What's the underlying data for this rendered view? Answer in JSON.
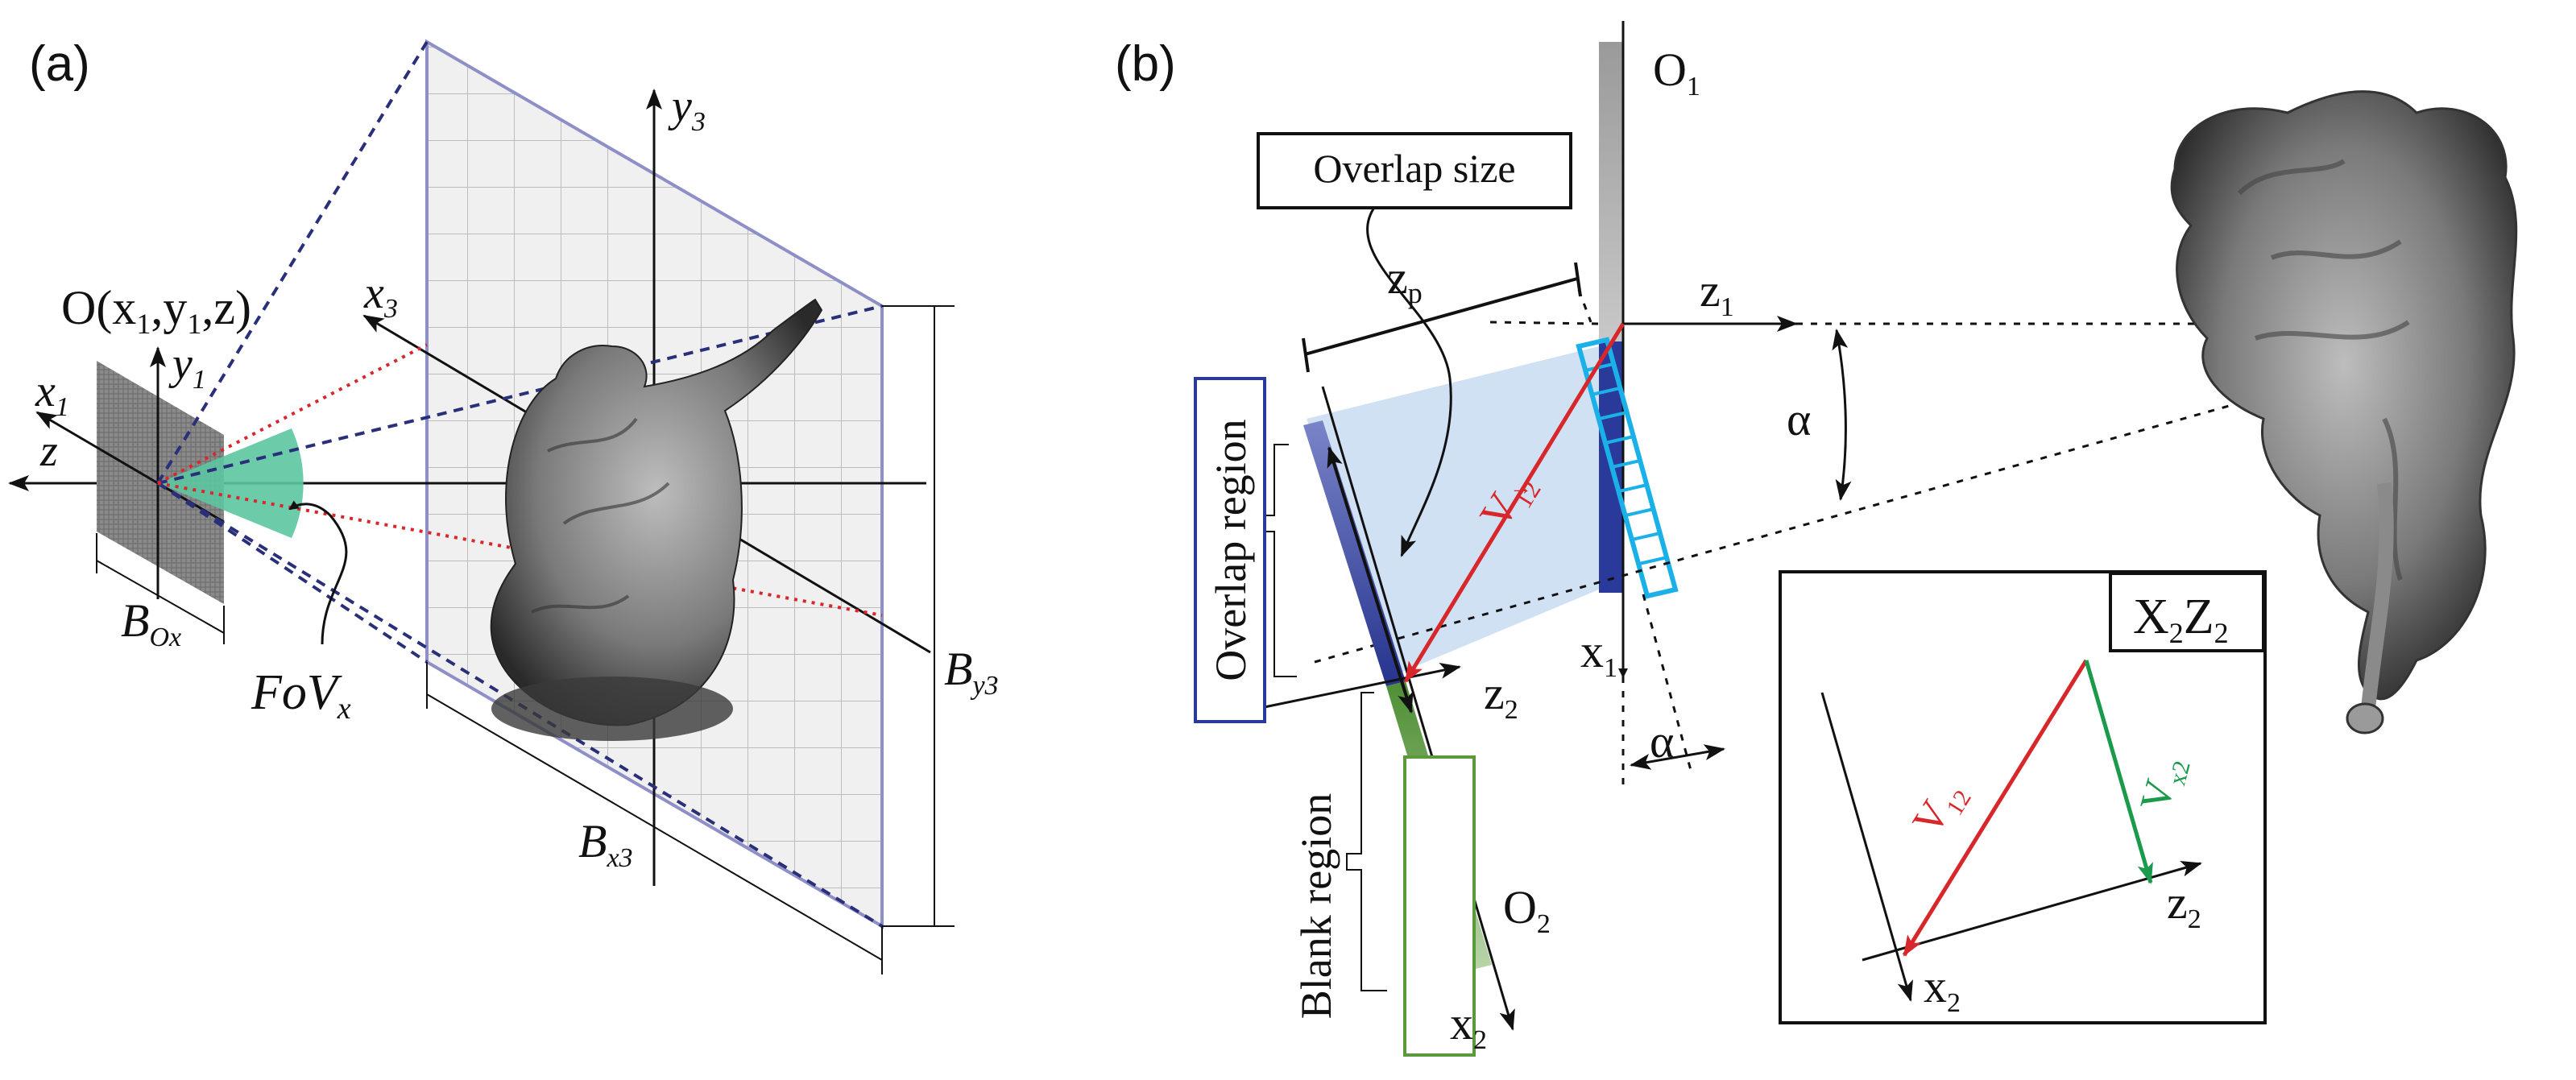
{
  "panel_a": {
    "label": "(a)",
    "origin_label": "O(x",
    "origin_sub1": "1",
    "origin_mid": ",y",
    "origin_sub2": "1",
    "origin_end": ",z)",
    "x1": "x",
    "x1_sub": "1",
    "y1": "y",
    "y1_sub": "1",
    "z": "z",
    "x3": "x",
    "x3_sub": "3",
    "y3": "y",
    "y3_sub": "3",
    "box": "B",
    "box_sub": "Ox",
    "fov": "FoV",
    "fov_sub": "x",
    "by3": "B",
    "by3_sub": "y3",
    "bx3": "B",
    "bx3_sub": "x3"
  },
  "panel_b": {
    "label": "(b)",
    "overlap_size": "Overlap size",
    "zp": "z",
    "zp_sub": "p",
    "o1": "O",
    "o1_sub": "1",
    "z1": "z",
    "z1_sub": "1",
    "alpha": "α",
    "alpha2": "α",
    "v12": "V",
    "v12_sub": "12",
    "x1": "x",
    "x1_sub": "1",
    "z2": "z",
    "z2_sub": "2",
    "o2": "O",
    "o2_sub": "2",
    "x2": "x",
    "x2_sub": "2",
    "overlap_region": "Overlap region",
    "blank_region": "Blank region"
  },
  "inset": {
    "title_x": "X",
    "title_x_sub": "2",
    "title_z": "Z",
    "title_z_sub": "2",
    "v12": "V",
    "v12_sub": "12",
    "vx2": "V",
    "vx2_sub": "x2",
    "z2": "z",
    "z2_sub": "2",
    "x2": "x",
    "x2_sub": "2"
  },
  "colors": {
    "navy_dash": "#2a2f7a",
    "red_dot": "#d8272a",
    "fov_green": "#5cc7a0",
    "plane_border": "#8f8fc8",
    "overlap_blue": "#2a3a9a",
    "overlap_fill": "#c8dcf2",
    "blank_green": "#5a9a3a",
    "cyan_frame": "#1ab0e8",
    "vector_red": "#d8272a",
    "vector_green": "#1a9a4a"
  }
}
